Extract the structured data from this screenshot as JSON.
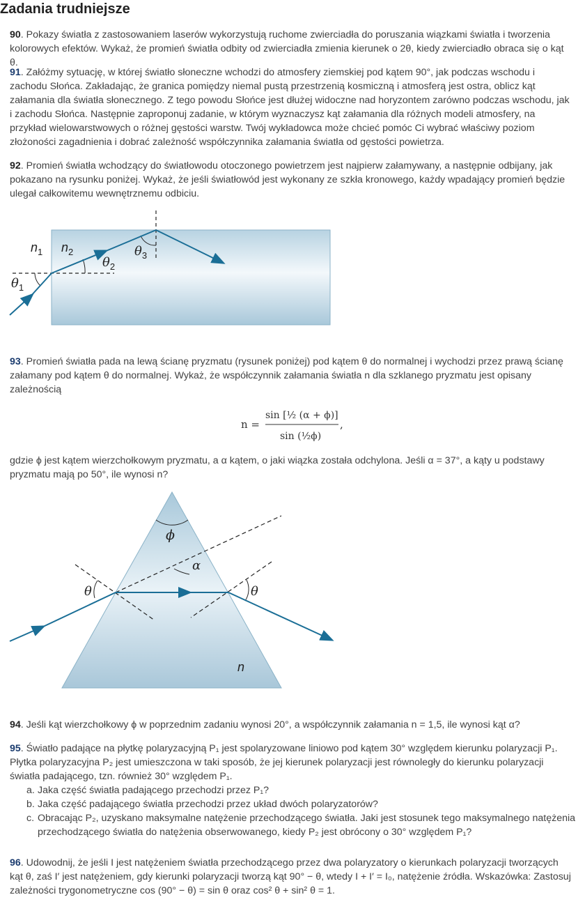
{
  "heading": "Zadania trudniejsze",
  "p90": {
    "num": "90",
    "text": ". Pokazy światła z zastosowaniem laserów wykorzystują ruchome zwierciadła do poruszania wiązkami światła i tworzenia kolorowych efektów. Wykaż, że promień światła odbity od zwierciadła zmienia kierunek o 2θ, kiedy zwierciadło obraca się o kąt θ."
  },
  "p91": {
    "num": "91",
    "text": ". Załóżmy sytuację, w której światło słoneczne wchodzi do atmosfery ziemskiej pod kątem 90°, jak podczas wschodu i zachodu Słońca. Zakładając, że granica pomiędzy niemal pustą przestrzenią kosmiczną i atmosferą jest ostra, oblicz kąt załamania dla światła słonecznego. Z tego powodu Słońce jest dłużej widoczne nad horyzontem zarówno podczas wschodu, jak i zachodu Słońca. Następnie zaproponuj zadanie, w którym wyznaczysz kąt załamania dla różnych modeli atmosfery, na przykład wielowarstwowych o różnej gęstości warstw. Twój wykładowca może chcieć pomóc Ci wybrać właściwy poziom złożoności zagadnienia i dobrać zależność współczynnika załamania światła od gęstości powietrza."
  },
  "p92": {
    "num": "92",
    "text": ". Promień światła wchodzący do światłowodu otoczonego powietrzem jest najpierw załamywany, a następnie odbijany, jak pokazano na rysunku poniżej. Wykaż, że jeśli światłowód jest wykonany ze szkła kronowego, każdy wpadający promień będzie ulegał całkowitemu wewnętrznemu odbiciu."
  },
  "fig1": {
    "n1": "n",
    "n1s": "1",
    "n2": "n",
    "n2s": "2",
    "t1": "θ",
    "t1s": "1",
    "t2": "θ",
    "t2s": "2",
    "t3": "θ",
    "t3s": "3"
  },
  "p93": {
    "num": "93",
    "text": ". Promień światła pada na lewą ścianę pryzmatu (rysunek poniżej) pod kątem θ do normalnej i wychodzi przez prawą ścianę załamany pod kątem θ do normalnej. Wykaż, że współczynnik załamania światła n dla szklanego pryzmatu jest opisany zależnością"
  },
  "formula": {
    "lhs": "n =",
    "num": "sin [½ (α + ϕ)]",
    "den": "sin (½ϕ)",
    "tail": ","
  },
  "p93b": {
    "text": "gdzie ϕ jest kątem wierzchołkowym pryzmatu, a α kątem, o jaki wiązka została odchylona. Jeśli α = 37°, a kąty u podstawy pryzmatu mają po 50°, ile wynosi n?"
  },
  "fig2": {
    "phi": "ϕ",
    "alpha": "α",
    "thetaL": "θ",
    "thetaR": "θ",
    "n": "n"
  },
  "p94": {
    "num": "94",
    "text": ". Jeśli kąt wierzchołkowy ϕ w poprzednim zadaniu wynosi 20°, a współczynnik załamania n = 1,5, ile wynosi kąt α?"
  },
  "p95": {
    "num": "95",
    "text": ". Światło padające na płytkę polaryzacyjną P₁ jest spolaryzowane liniowo pod kątem 30° względem kierunku polaryzacji P₁. Płytka polaryzacyjna P₂ jest umieszczona w taki sposób, że jej kierunek polaryzacji jest równoległy do kierunku polaryzacji światła padającego, tzn. również 30° względem P₁."
  },
  "p95items": [
    {
      "label": "a.",
      "text": "Jaka część światła padającego przechodzi przez P₁?"
    },
    {
      "label": "b.",
      "text": "Jaka część padającego światła przechodzi przez układ dwóch polaryzatorów?"
    },
    {
      "label": "c.",
      "text": "Obracając P₂, uzyskano maksymalne natężenie przechodzącego światła. Jaki jest stosunek tego maksymalnego natężenia przechodzącego światła do natężenia obserwowanego, kiedy P₂ jest obrócony o 30° względem P₁?"
    }
  ],
  "p96": {
    "num": "96",
    "text": ". Udowodnij, że jeśli I jest natężeniem światła przechodzącego przez dwa polaryzatory o kierunkach polaryzacji tworzących kąt θ, zaś I′ jest natężeniem, gdy kierunki polaryzacji tworzą kąt 90° − θ, wtedy I + I′ = I₀, natężenie źródła. Wskazówka: Zastosuj zależności trygonometryczne cos (90° − θ) = sin θ oraz cos² θ + sin² θ = 1."
  }
}
